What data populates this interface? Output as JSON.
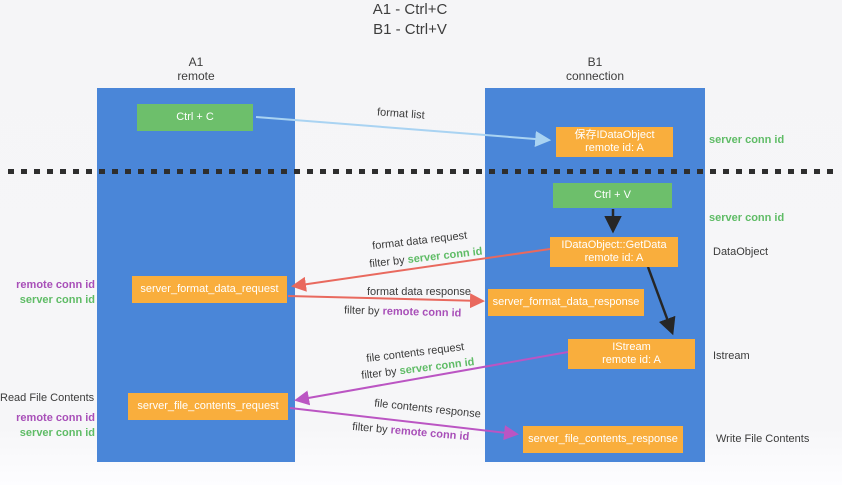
{
  "title": {
    "line1": "A1 - Ctrl+C",
    "line2": "B1 - Ctrl+V"
  },
  "columns": {
    "a": {
      "name": "A1",
      "subtitle": "remote"
    },
    "b": {
      "name": "B1",
      "subtitle": "connection"
    }
  },
  "nodes": {
    "ctrl_c": "Ctrl + C",
    "ctrl_v": "Ctrl + V",
    "save_dataobject_l1": "保存IDataObject",
    "save_dataobject_l2": "remote id: A",
    "getdata_l1": "IDataObject::GetData",
    "getdata_l2": "remote id: A",
    "istream_l1": "IStream",
    "istream_l2": "remote id: A",
    "format_request": "server_format_data_request",
    "format_response": "server_format_data_response",
    "file_request": "server_file_contents_request",
    "file_response": "server_file_contents_response"
  },
  "edge_labels": {
    "format_list": "format list",
    "format_data_request": "format data request",
    "format_data_response": "format data response",
    "file_contents_request": "file contents request",
    "file_contents_response": "file contents response",
    "filter_by": "filter by",
    "server_conn_id": "server conn id",
    "remote_conn_id": "remote conn id"
  },
  "side_labels": {
    "left_remote_conn_id_1": "remote conn id",
    "left_server_conn_id_1": "server conn id",
    "read_file_contents": "Read File Contents",
    "left_remote_conn_id_2": "remote conn id",
    "left_server_conn_id_2": "server conn id",
    "right_server_conn_id_1": "server conn id",
    "right_server_conn_id_2": "server conn id",
    "dataobject": "DataObject",
    "istream": "Istream",
    "write_file_contents": "Write File Contents"
  },
  "colors": {
    "column_blue": "#4a86d8",
    "box_green": "#6dbf6b",
    "box_orange": "#f9ae3d",
    "arrow_red": "#e9695e",
    "arrow_purple": "#bb55c3",
    "arrow_light_blue": "#a9d3f2",
    "arrow_black": "#262626",
    "text_green": "#5fbc66",
    "text_purple": "#a84fb8",
    "text_dark": "#3b3b3b"
  }
}
